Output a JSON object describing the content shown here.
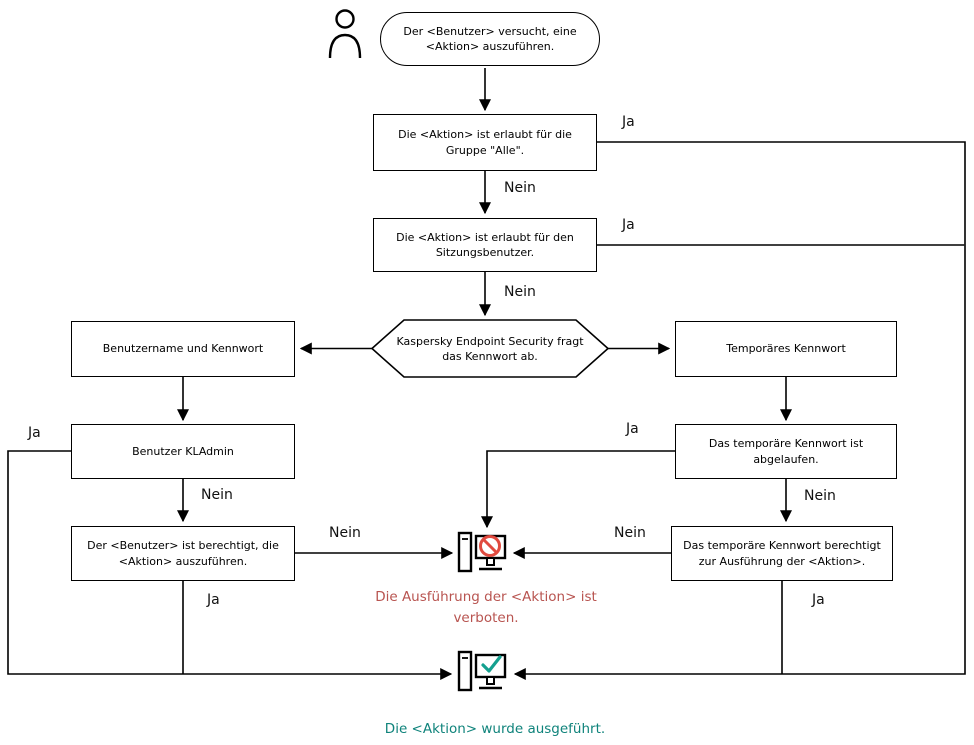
{
  "diagram": {
    "nodes": {
      "start": "Der <Benutzer> versucht, eine <Aktion> auszuführen.",
      "group_all": "Die <Aktion> ist erlaubt für die Gruppe \"Alle\".",
      "session_user": "Die <Aktion> ist erlaubt für den Sitzungsbenutzer.",
      "password_prompt": "Kaspersky Endpoint Security fragt das Kennwort ab.",
      "username_password": "Benutzername und Kennwort",
      "kladmin": "Benutzer KLAdmin",
      "user_authorized": "Der <Benutzer> ist berechtigt, die <Aktion> auszuführen.",
      "temp_password": "Temporäres Kennwort",
      "temp_expired": "Das temporäre Kennwort ist abgelaufen.",
      "temp_authorizes": "Das temporäre Kennwort berechtigt zur Ausführung der <Aktion>."
    },
    "labels": {
      "ja": "Ja",
      "nein": "Nein"
    },
    "notes": {
      "forbidden": "Die Ausführung der <Aktion> ist verboten.",
      "executed": "Die <Aktion> wurde ausgeführt."
    },
    "colors": {
      "flow_line": "#000000",
      "forbidden_text": "#b85450",
      "success_text": "#0f837b",
      "prohibition_sign": "#e04a3f",
      "check_mark": "#14a08f"
    },
    "icons": {
      "user": "person-icon",
      "blocked": "computer-blocked-icon",
      "success": "computer-success-icon"
    }
  }
}
